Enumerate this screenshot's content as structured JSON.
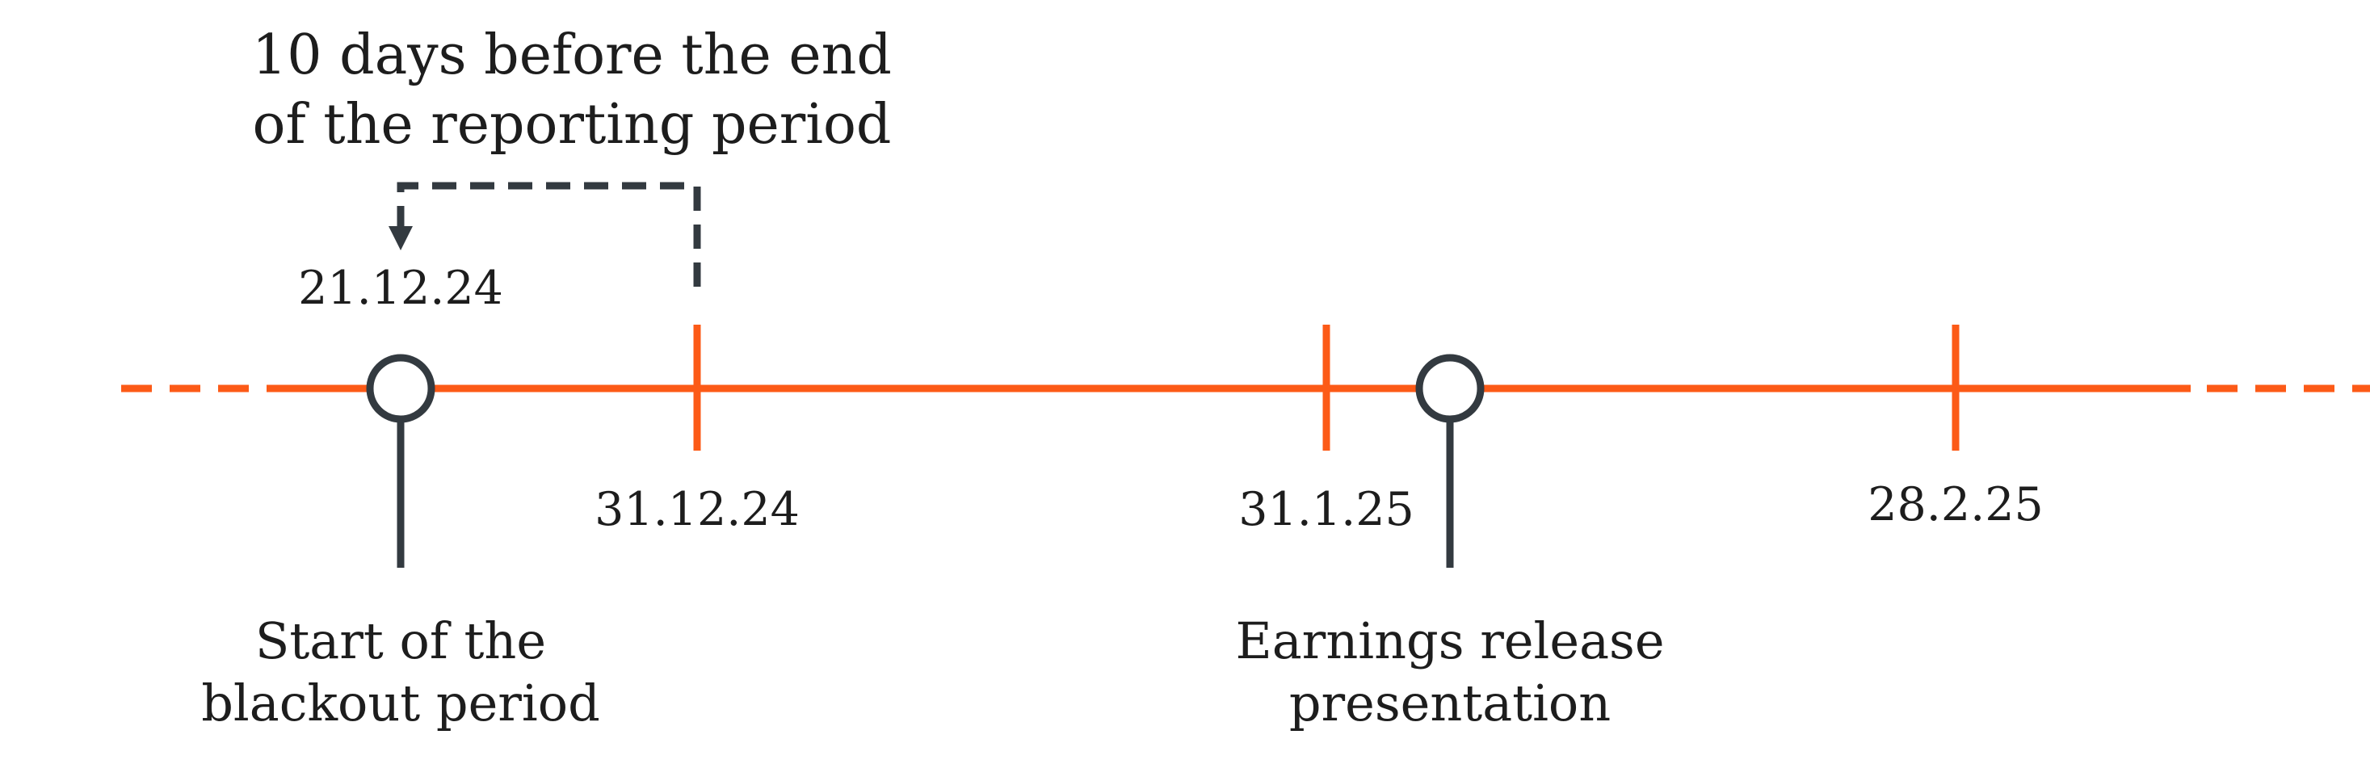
{
  "colors": {
    "timeline": "#fc5a17",
    "marker": "#333a40",
    "text": "#1d1d1d",
    "background": "#ffffff"
  },
  "annotation": {
    "line1": "10 days before the end",
    "line2": "of the reporting period"
  },
  "blackout_date": "21.12.24",
  "ticks": [
    {
      "label": "31.12.24"
    },
    {
      "label": "31.1.25"
    },
    {
      "label": "28.2.25"
    }
  ],
  "events": [
    {
      "line1": "Start of the",
      "line2": "blackout period"
    },
    {
      "line1": "Earnings release",
      "line2": "presentation"
    }
  ]
}
